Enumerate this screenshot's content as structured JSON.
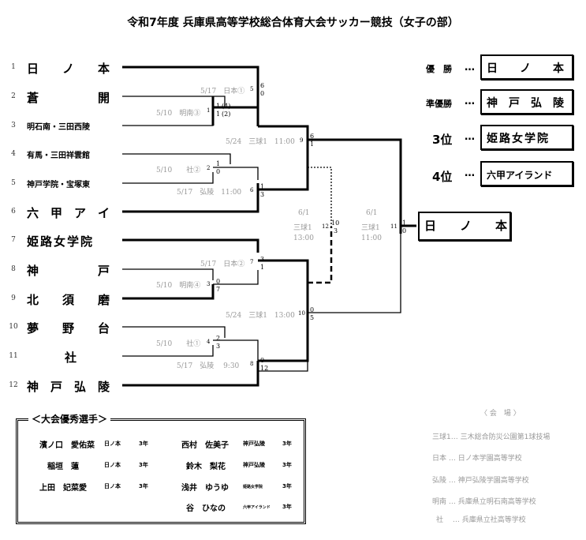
{
  "title": "令和7年度 兵庫県高等学校総合体育大会サッカー競技（女子の部）",
  "teams": [
    {
      "no": "1",
      "name": "日　　ノ　　本"
    },
    {
      "no": "2",
      "name": "蒼　　　　　開"
    },
    {
      "no": "3",
      "name": "明石南・三田西陵"
    },
    {
      "no": "4",
      "name": "有馬・三田祥雲館"
    },
    {
      "no": "5",
      "name": "神戸学院・宝塚東"
    },
    {
      "no": "6",
      "name": "六　甲　ア　イ"
    },
    {
      "no": "7",
      "name": "姫路女学院"
    },
    {
      "no": "8",
      "name": "神　　　　　戸"
    },
    {
      "no": "9",
      "name": "北　　須　　磨"
    },
    {
      "no": "10",
      "name": "夢　　野　　台"
    },
    {
      "no": "11",
      "name": "社"
    },
    {
      "no": "12",
      "name": "神　戸　弘　陵"
    }
  ],
  "matches": {
    "m1": {
      "no": "1",
      "info": "5/10　明南③",
      "s_top": "1",
      "s_bot": "1",
      "pk_top": "(4)",
      "pk_bot": "(2)"
    },
    "m2": {
      "no": "2",
      "info": "5/10　　社②",
      "s_top": "1",
      "s_bot": "0"
    },
    "m3": {
      "no": "3",
      "info": "5/10　明南④",
      "s_top": "0",
      "s_bot": "7"
    },
    "m4": {
      "no": "4",
      "info": "5/10　　社①",
      "s_top": "2",
      "s_bot": "3"
    },
    "m5": {
      "no": "5",
      "info": "5/17　日本①",
      "s_top": "6",
      "s_bot": "0"
    },
    "m6": {
      "no": "6",
      "info": "5/17　弘陵　11:00",
      "s_top": "1",
      "s_bot": "3"
    },
    "m7": {
      "no": "7",
      "info": "5/17　日本②",
      "s_top": "3",
      "s_bot": "1"
    },
    "m8": {
      "no": "8",
      "info": "5/17　弘陵　 9:30",
      "s_top": "0",
      "s_bot": "12"
    },
    "m9": {
      "no": "9",
      "info": "5/24　三球1　11:00",
      "s_top": "6",
      "s_bot": "1"
    },
    "m10": {
      "no": "10",
      "info": "5/24　三球1　13:00",
      "s_top": "0",
      "s_bot": "5"
    },
    "m11": {
      "no": "11",
      "date": "6/1",
      "venue": "三球1",
      "time": "11:00",
      "s_top": "1",
      "s_bot": "0"
    },
    "m12": {
      "no": "12",
      "date": "6/1",
      "venue": "三球1",
      "time": "13:00",
      "s_top": "10",
      "s_bot": "3"
    }
  },
  "champion": "日　　ノ　　本",
  "results": [
    {
      "label": "優　勝",
      "dots": "…",
      "team": "日　　ノ　　本"
    },
    {
      "label": "準優勝",
      "dots": "…",
      "team": "神　戸　弘　陵"
    },
    {
      "label": "3位",
      "dots": "…",
      "team": "姫路女学院"
    },
    {
      "label": "4位",
      "dots": "…",
      "team": "六甲アイランド"
    }
  ],
  "awards": {
    "title": "＜大会優秀選手＞",
    "players": [
      {
        "name": "濱ノ口　愛佑菜",
        "school": "日ノ本",
        "grade": "3年"
      },
      {
        "name": "稲垣　蓮",
        "school": "日ノ本",
        "grade": "3年"
      },
      {
        "name": "上田　妃菜愛",
        "school": "日ノ本",
        "grade": "3年"
      },
      {
        "name": "西村　佐美子",
        "school": "神戸弘陵",
        "grade": "3年"
      },
      {
        "name": "鈴木　梨花",
        "school": "神戸弘陵",
        "grade": "3年"
      },
      {
        "name": "浅井　ゆうゆ",
        "school": "姫路女学院",
        "grade": "3年"
      },
      {
        "name": "谷　ひなの",
        "school": "六甲アイランド",
        "grade": "3年"
      }
    ]
  },
  "venues": {
    "header": "〈 会　場 〉",
    "items": [
      "三球1…  三木総合防災公園第1球技場",
      "日本  … 日ノ本学園高等学校",
      "弘陵  … 神戸弘陵学園高等学校",
      "明南  … 兵庫県立明石南高等学校",
      "社　 … 兵庫県立社高等学校"
    ]
  }
}
